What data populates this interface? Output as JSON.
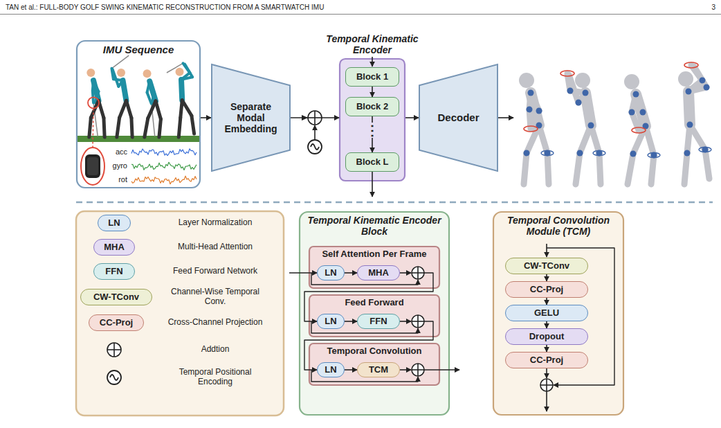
{
  "diagram": {
    "nodes": [
      {
        "text": [
          "IMU Sequence"
        ]
      },
      {
        "text": [
          "Separate Modal Embedding"
        ]
      },
      {
        "text": [
          "Temporal Kinematic Encoder"
        ]
      },
      {
        "text": [
          "Block 1"
        ],
        "in": 2
      },
      {
        "text": [
          "Block 2"
        ],
        "in": 2
      },
      {
        "text": [
          "Block L"
        ],
        "in": 2
      },
      {
        "text": [
          "Decoder"
        ]
      },
      {
        "text": [
          "LN"
        ]
      },
      {
        "text": [
          "MHA"
        ]
      },
      {
        "text": [
          "FFN"
        ]
      },
      {
        "text": [
          "CW-TConv"
        ]
      },
      {
        "text": [
          "CC-Proj"
        ]
      },
      {
        "text": [
          "Temporal Kinematic Encoder Block"
        ]
      },
      {
        "text": [
          "Self Attention Per Frame"
        ],
        "in": 12
      },
      {
        "text": [
          "LN"
        ],
        "in": 13
      },
      {
        "text": [
          "MHA"
        ],
        "in": 13
      },
      {
        "text": [
          "Feed Forward"
        ],
        "in": 12
      },
      {
        "text": [
          "LN"
        ],
        "in": 16
      },
      {
        "text": [
          "FFN"
        ],
        "in": 16
      },
      {
        "text": [
          "Temporal Convolution"
        ],
        "in": 12
      },
      {
        "text": [
          "LN"
        ],
        "in": 19
      },
      {
        "text": [
          "TCM"
        ],
        "in": 19
      },
      {
        "text": [
          "Temporal Convolution Module (TCM)"
        ]
      },
      {
        "text": [
          "CW-TConv"
        ],
        "in": 22
      },
      {
        "text": [
          "CC-Proj"
        ],
        "in": 22
      },
      {
        "text": [
          "GELU"
        ],
        "in": 22
      },
      {
        "text": [
          "Dropout"
        ],
        "in": 22
      },
      {
        "text": [
          "CC-Proj"
        ],
        "in": 22
      }
    ],
    "edges": [
      {
        "from": 0,
        "to": 1,
        "arrow": "to"
      },
      {
        "from": 1,
        "to": 2,
        "arrow": "to"
      },
      {
        "from": 3,
        "to": 4,
        "arrow": "to"
      },
      {
        "from": 4,
        "to": 5,
        "arrow": "to"
      },
      {
        "from": 2,
        "to": 6,
        "arrow": "to"
      },
      {
        "from": 14,
        "to": 15,
        "arrow": "to"
      },
      {
        "from": 17,
        "to": 18,
        "arrow": "to"
      },
      {
        "from": 20,
        "to": 21,
        "arrow": "to"
      },
      {
        "from": 23,
        "to": 24,
        "arrow": "to"
      },
      {
        "from": 24,
        "to": 25,
        "arrow": "to"
      },
      {
        "from": 25,
        "to": 26,
        "arrow": "to"
      },
      {
        "from": 26,
        "to": 27,
        "arrow": "to"
      }
    ],
    "labels": [
      "TAN et al.: FULL-BODY GOLF SWING KINEMATIC RECONSTRUCTION FROM A SMARTWATCH IMU",
      "3",
      "acc",
      "gyro",
      "rot",
      "⋮"
    ],
    "legend": [
      {
        "text": "Layer Normalization",
        "color": "#dce9f5"
      },
      {
        "text": "Multi-Head Attention",
        "color": "#e4dcf3"
      },
      {
        "text": "Feed Forward Network",
        "color": "#d8eeee"
      },
      {
        "text": "Channel-Wise Temporal Conv.",
        "color": "#eef0d6"
      },
      {
        "text": "Cross-Channel Projection",
        "color": "#f6dfda"
      },
      {
        "text": "Addtion"
      },
      {
        "text": "Temporal Positional Encoding"
      }
    ]
  }
}
